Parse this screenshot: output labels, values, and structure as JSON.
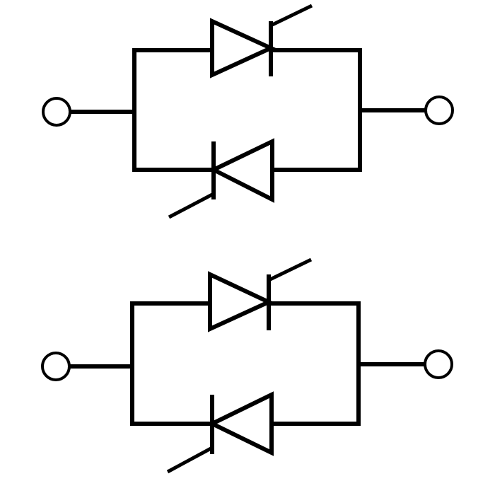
{
  "diagram": {
    "type": "circuit-schematic",
    "stroke_color": "#000000",
    "background": "#ffffff",
    "circuits": [
      {
        "id": "top",
        "terminals": [
          "left-terminal",
          "right-terminal"
        ],
        "components": [
          {
            "kind": "diode-with-gate",
            "branch": "upper",
            "direction": "left-to-right"
          },
          {
            "kind": "diode-with-gate",
            "branch": "lower",
            "direction": "right-to-left"
          }
        ]
      },
      {
        "id": "bottom",
        "terminals": [
          "left-terminal",
          "right-terminal"
        ],
        "components": [
          {
            "kind": "diode-with-gate",
            "branch": "upper",
            "direction": "left-to-right"
          },
          {
            "kind": "diode-with-gate",
            "branch": "lower",
            "direction": "right-to-left"
          }
        ]
      }
    ]
  }
}
